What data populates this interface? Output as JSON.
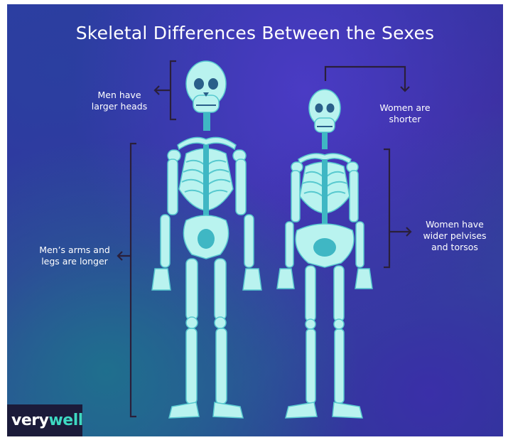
{
  "title": "Skeletal Differences Between the Sexes",
  "labels": {
    "men_heads": [
      "Men have",
      "larger heads"
    ],
    "men_limbs": [
      "Men’s arms and",
      "legs are longer"
    ],
    "women_shorter": [
      "Women are",
      "shorter"
    ],
    "women_pelvis": [
      "Women have",
      "wider pelvises",
      "and torsos"
    ]
  },
  "logo": {
    "part1": "very",
    "part2": "well"
  },
  "colors": {
    "bone": "#b9f3ef",
    "bone_shade": "#57c9cf",
    "bracket": "#2a1f3a",
    "accent": "#3ed9c2"
  }
}
